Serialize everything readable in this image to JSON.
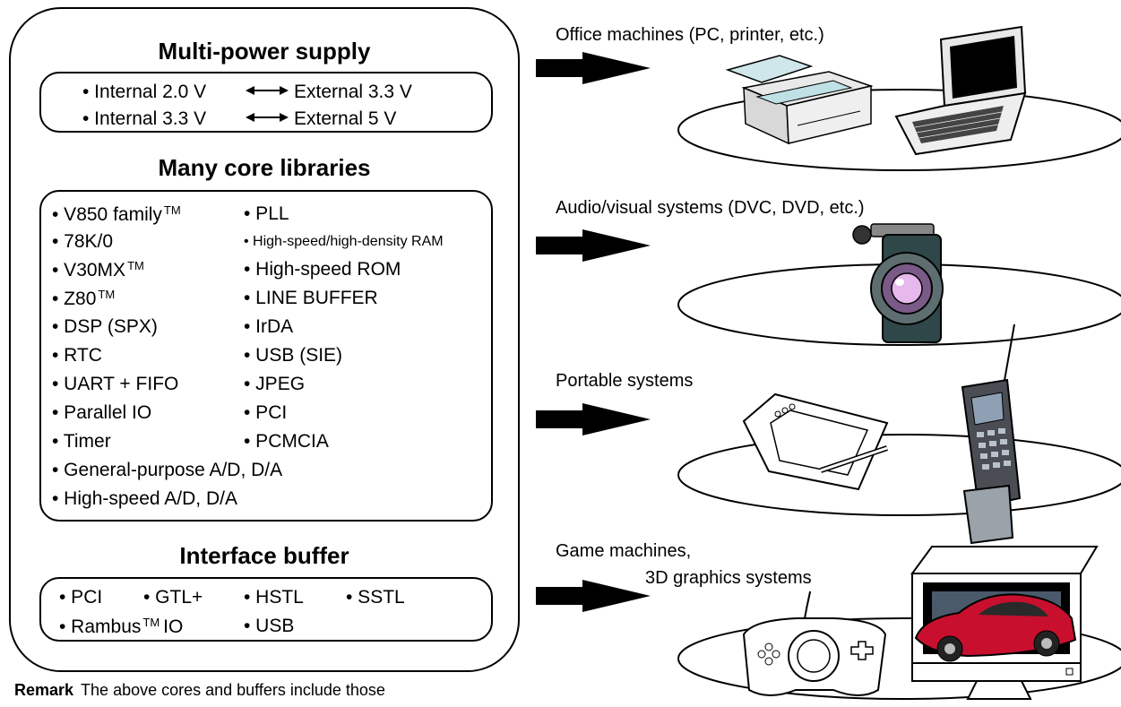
{
  "sections": {
    "power": {
      "title": "Multi-power supply",
      "items": [
        {
          "left": "• Internal 2.0 V",
          "right": "External 3.3 V"
        },
        {
          "left": "• Internal 3.3 V",
          "right": "External 5 V"
        }
      ]
    },
    "libraries": {
      "title": "Many core libraries",
      "col1": [
        "• V850 family",
        "• 78K/0",
        "• V30MX",
        "• Z80",
        "• DSP (SPX)",
        "• RTC",
        "• UART + FIFO",
        "• Parallel IO",
        "• Timer"
      ],
      "tm": "TM",
      "col2": [
        "• PLL",
        "• High-speed/high-density RAM",
        "• High-speed ROM",
        "• LINE BUFFER",
        "• IrDA",
        "• USB (SIE)",
        "• JPEG",
        "• PCI",
        "• PCMCIA"
      ],
      "wide": [
        "• General-purpose A/D, D/A",
        "• High-speed A/D, D/A"
      ]
    },
    "interface": {
      "title": "Interface buffer",
      "row1": [
        "• PCI",
        "• GTL+",
        "• HSTL",
        "• SSTL"
      ],
      "rambus": "• Rambus",
      "tm": "TM",
      "io": "IO",
      "usb": "• USB"
    }
  },
  "applications": [
    {
      "label": "Office machines (PC, printer, etc.)"
    },
    {
      "label": "Audio/visual systems (DVC, DVD, etc.)"
    },
    {
      "label": "Portable systems"
    },
    {
      "label_line1": "Game machines,",
      "label_line2": "3D graphics systems"
    }
  ],
  "remark": {
    "label": "Remark",
    "text": "The above cores and buffers include those"
  },
  "icons": [
    "printer-icon",
    "laptop-icon",
    "camcorder-icon",
    "pen-tablet-icon",
    "mobile-phone-icon",
    "gamepad-icon",
    "monitor-car-icon"
  ]
}
